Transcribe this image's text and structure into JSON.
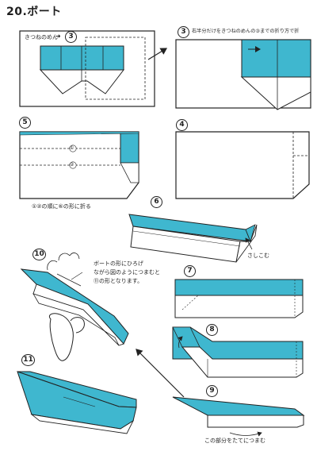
{
  "title": "20.ボート",
  "colors": {
    "paper_blue": "#3fb7cf",
    "paper_white": "#ffffff",
    "line": "#2a2a2a"
  },
  "steps": {
    "s3a": {
      "num": "3",
      "label": "きつねのめん",
      "ref_num": "3"
    },
    "s3b": {
      "num": "3",
      "text": "右半分だけをきつねのめんの③までの折り方で折"
    },
    "s5": {
      "num": "5",
      "caption": "①②の順に⑥の形に折る",
      "line1": "①",
      "line2": "②"
    },
    "s4": {
      "num": "4"
    },
    "s6": {
      "num": "6",
      "label": "さしこむ"
    },
    "s10": {
      "num": "10",
      "text1": "ボートの形にひろげ",
      "text2": "ながら図のようにつまむと",
      "text3": "⑪の形となります。"
    },
    "s7": {
      "num": "7"
    },
    "s8": {
      "num": "8"
    },
    "s9": {
      "num": "9",
      "caption": "この部分をたてにつまむ"
    },
    "s11": {
      "num": "11"
    }
  }
}
